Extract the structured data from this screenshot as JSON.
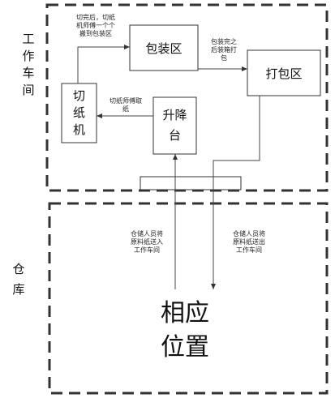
{
  "regions": {
    "workshop_label": "工\n作\n车\n间",
    "warehouse_label": "仓\n库"
  },
  "nodes": {
    "cutter": "切\n纸\n机",
    "packaging_area": "包装区",
    "baling_area": "打包区",
    "lift": "升降\n台",
    "position": "相应\n位置"
  },
  "annotations": {
    "cut_to_packaging": "切完后，切纸\n机师傅一个个\n搬到包装区",
    "packed_to_baling": "包装完之\n后装箱打\n包",
    "fetch_paper": "切纸师傅取\n纸",
    "send_in": "仓储人员将\n原料纸送入\n工作车间",
    "send_out": "仓储人员将\n原料纸送出\n工作车间"
  }
}
